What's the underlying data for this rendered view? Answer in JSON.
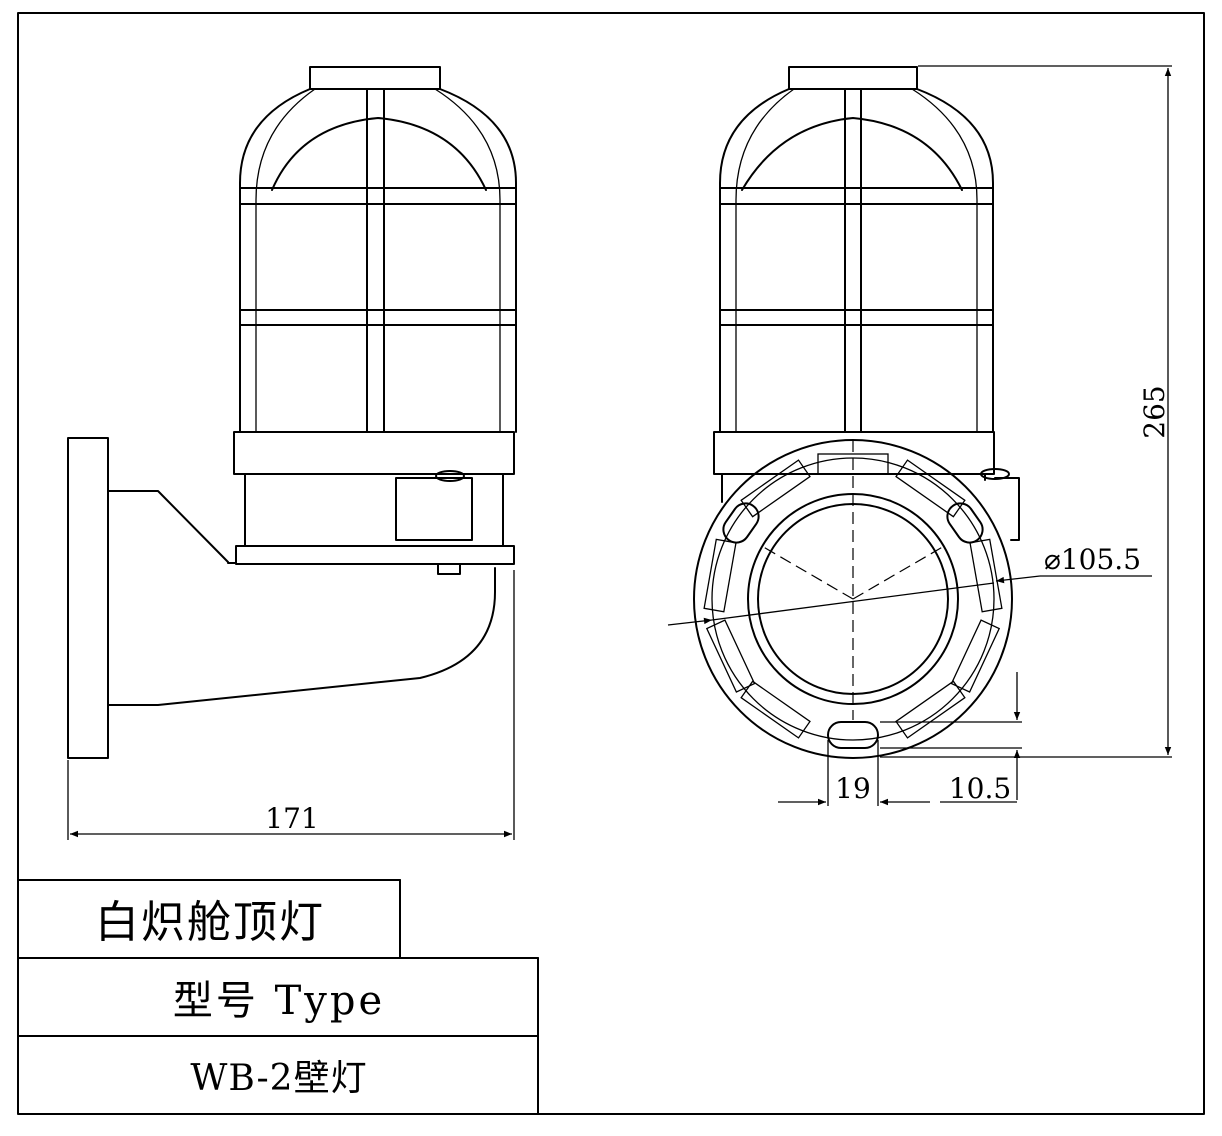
{
  "drawing": {
    "product_name": "白炽舱顶灯",
    "type_label": "型号 Type",
    "model": "WB-2壁灯"
  },
  "dimensions": {
    "width_side_view": "171",
    "height": "265",
    "diameter": "⌀105.5",
    "slot_width": "19",
    "slot_offset": "10.5"
  }
}
